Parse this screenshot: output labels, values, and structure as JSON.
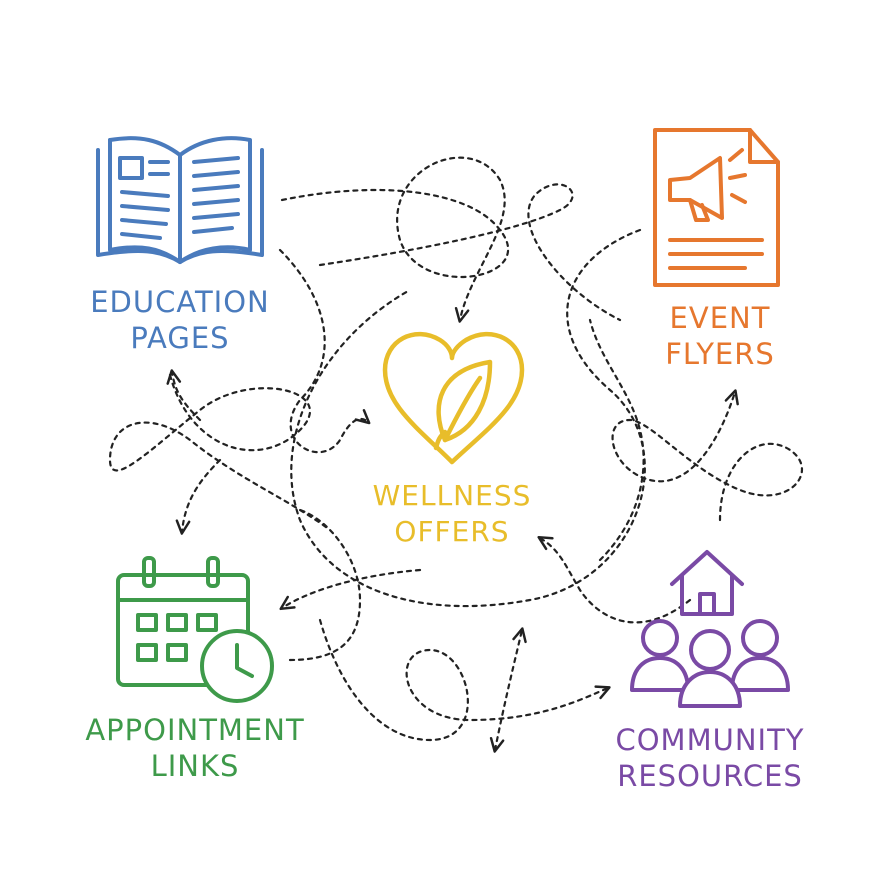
{
  "nodes": {
    "education": {
      "line1": "EDUCATION",
      "line2": "PAGES",
      "icon": "open-book-icon",
      "color": "#4a7bbd"
    },
    "event": {
      "line1": "EVENT",
      "line2": "FLYERS",
      "icon": "megaphone-flyer-icon",
      "color": "#e6772e"
    },
    "wellness": {
      "line1": "WELLNESS",
      "line2": "OFFERS",
      "icon": "heart-leaf-icon",
      "color": "#e8bd2a"
    },
    "appointment": {
      "line1": "APPOINTMENT",
      "line2": "LINKS",
      "icon": "calendar-clock-icon",
      "color": "#3e9a4a"
    },
    "community": {
      "line1": "COMMUNITY",
      "line2": "RESOURCES",
      "icon": "house-people-icon",
      "color": "#7a4aa5"
    }
  },
  "connector_color": "#222222"
}
